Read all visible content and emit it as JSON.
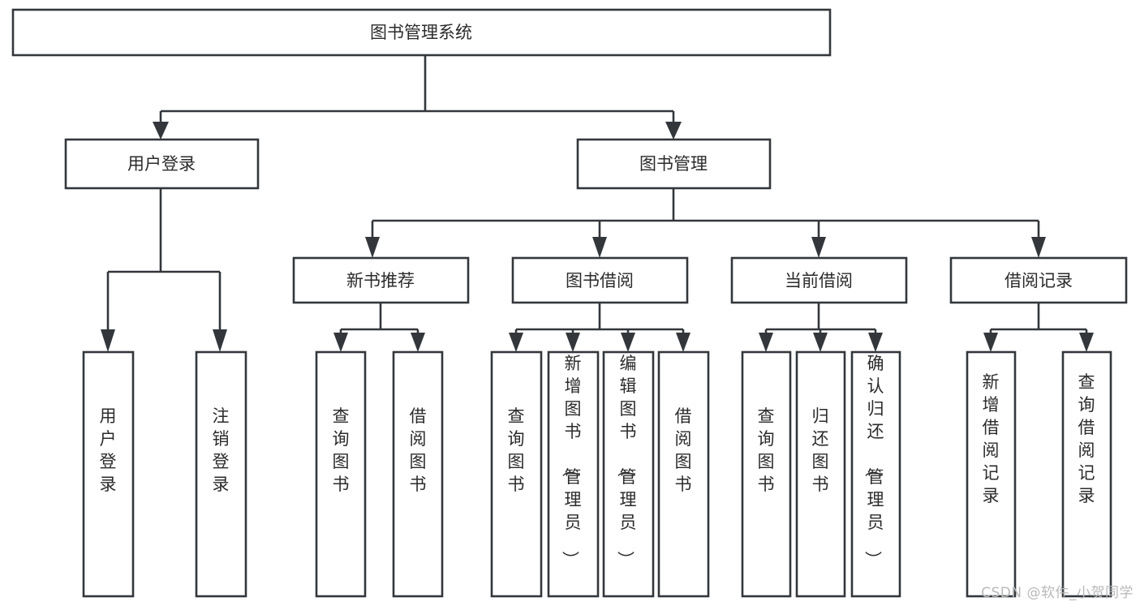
{
  "diagram": {
    "type": "tree-hierarchy",
    "title": "图书管理系统",
    "watermark": "CSDN @软件_小贺同学",
    "colors": {
      "stroke": "#33373b",
      "box_fill": "#ffffff",
      "text": "#2b2b2b",
      "background": "#ffffff",
      "watermark": "#b9b9b9"
    },
    "root": {
      "label": "图书管理系统",
      "orientation": "horizontal"
    },
    "level2": [
      {
        "label": "用户登录",
        "orientation": "horizontal"
      },
      {
        "label": "图书管理",
        "orientation": "horizontal"
      }
    ],
    "level3": [
      {
        "label": "新书推荐",
        "orientation": "horizontal",
        "parent": "图书管理"
      },
      {
        "label": "图书借阅",
        "orientation": "horizontal",
        "parent": "图书管理"
      },
      {
        "label": "当前借阅",
        "orientation": "horizontal",
        "parent": "图书管理"
      },
      {
        "label": "借阅记录",
        "orientation": "horizontal",
        "parent": "图书管理"
      }
    ],
    "leaves": {
      "用户登录": [
        {
          "label": "用户登录",
          "orientation": "vertical"
        },
        {
          "label": "注销登录",
          "orientation": "vertical"
        }
      ],
      "新书推荐": [
        {
          "label": "查询图书",
          "orientation": "vertical"
        },
        {
          "label": "借阅图书",
          "orientation": "vertical"
        }
      ],
      "图书借阅": [
        {
          "label": "查询图书",
          "orientation": "vertical"
        },
        {
          "label": "新增图书（管理员）",
          "orientation": "vertical"
        },
        {
          "label": "编辑图书（管理员）",
          "orientation": "vertical"
        },
        {
          "label": "借阅图书",
          "orientation": "vertical"
        }
      ],
      "当前借阅": [
        {
          "label": "查询图书",
          "orientation": "vertical"
        },
        {
          "label": "归还图书",
          "orientation": "vertical"
        },
        {
          "label": "确认归还（管理员）",
          "orientation": "vertical"
        }
      ],
      "借阅记录": [
        {
          "label": "新增借阅记录",
          "orientation": "vertical"
        },
        {
          "label": "查询借阅记录",
          "orientation": "vertical"
        }
      ]
    }
  }
}
